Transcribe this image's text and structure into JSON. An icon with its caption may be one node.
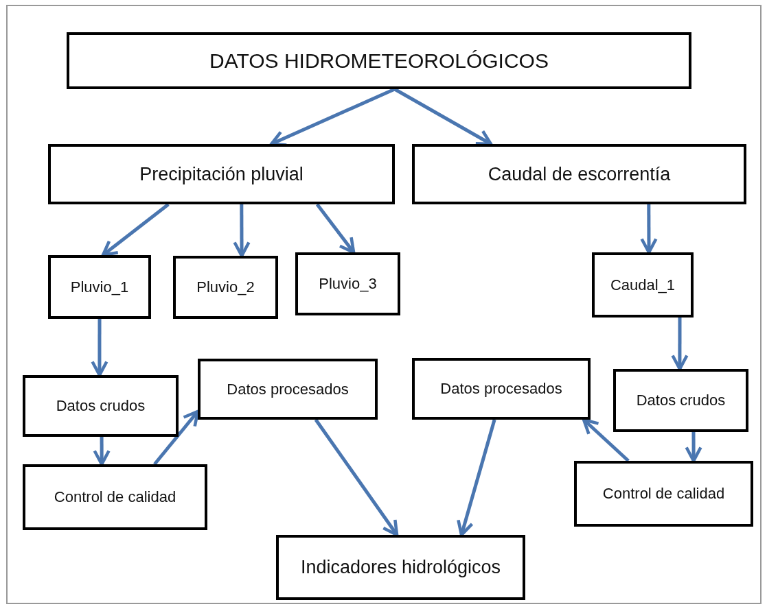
{
  "diagram": {
    "nodes": [
      {
        "text": [
          "DATOS HIDROMETEOROLÓGICOS"
        ]
      },
      {
        "text": [
          "Precipitación pluvial"
        ]
      },
      {
        "text": [
          "Caudal de escorrentía"
        ]
      },
      {
        "text": [
          "Pluvio_1"
        ]
      },
      {
        "text": [
          "Pluvio_2"
        ]
      },
      {
        "text": [
          "Pluvio_3"
        ]
      },
      {
        "text": [
          "Caudal_1"
        ]
      },
      {
        "text": [
          "Datos crudos"
        ]
      },
      {
        "text": [
          "Datos procesados"
        ]
      },
      {
        "text": [
          "Control de calidad"
        ]
      },
      {
        "text": [
          "Indicadores hidrológicos"
        ]
      },
      {
        "text": [
          "Datos procesados"
        ]
      },
      {
        "text": [
          "Datos crudos"
        ]
      },
      {
        "text": [
          "Control de calidad"
        ]
      }
    ],
    "edges": [
      {
        "from": 0,
        "to": 1,
        "arrow": "to"
      },
      {
        "from": 0,
        "to": 2,
        "arrow": "to"
      },
      {
        "from": 1,
        "to": 3,
        "arrow": "to"
      },
      {
        "from": 1,
        "to": 4,
        "arrow": "to"
      },
      {
        "from": 1,
        "to": 5,
        "arrow": "to"
      },
      {
        "from": 2,
        "to": 6,
        "arrow": "to"
      },
      {
        "from": 3,
        "to": 7,
        "arrow": "to"
      },
      {
        "from": 7,
        "to": 9,
        "arrow": "to"
      },
      {
        "from": 9,
        "to": 8,
        "arrow": "to"
      },
      {
        "from": 8,
        "to": 10,
        "arrow": "to"
      },
      {
        "from": 11,
        "to": 10,
        "arrow": "to"
      },
      {
        "from": 6,
        "to": 12,
        "arrow": "to"
      },
      {
        "from": 12,
        "to": 13,
        "arrow": "to"
      },
      {
        "from": 13,
        "to": 11,
        "arrow": "to"
      }
    ]
  }
}
